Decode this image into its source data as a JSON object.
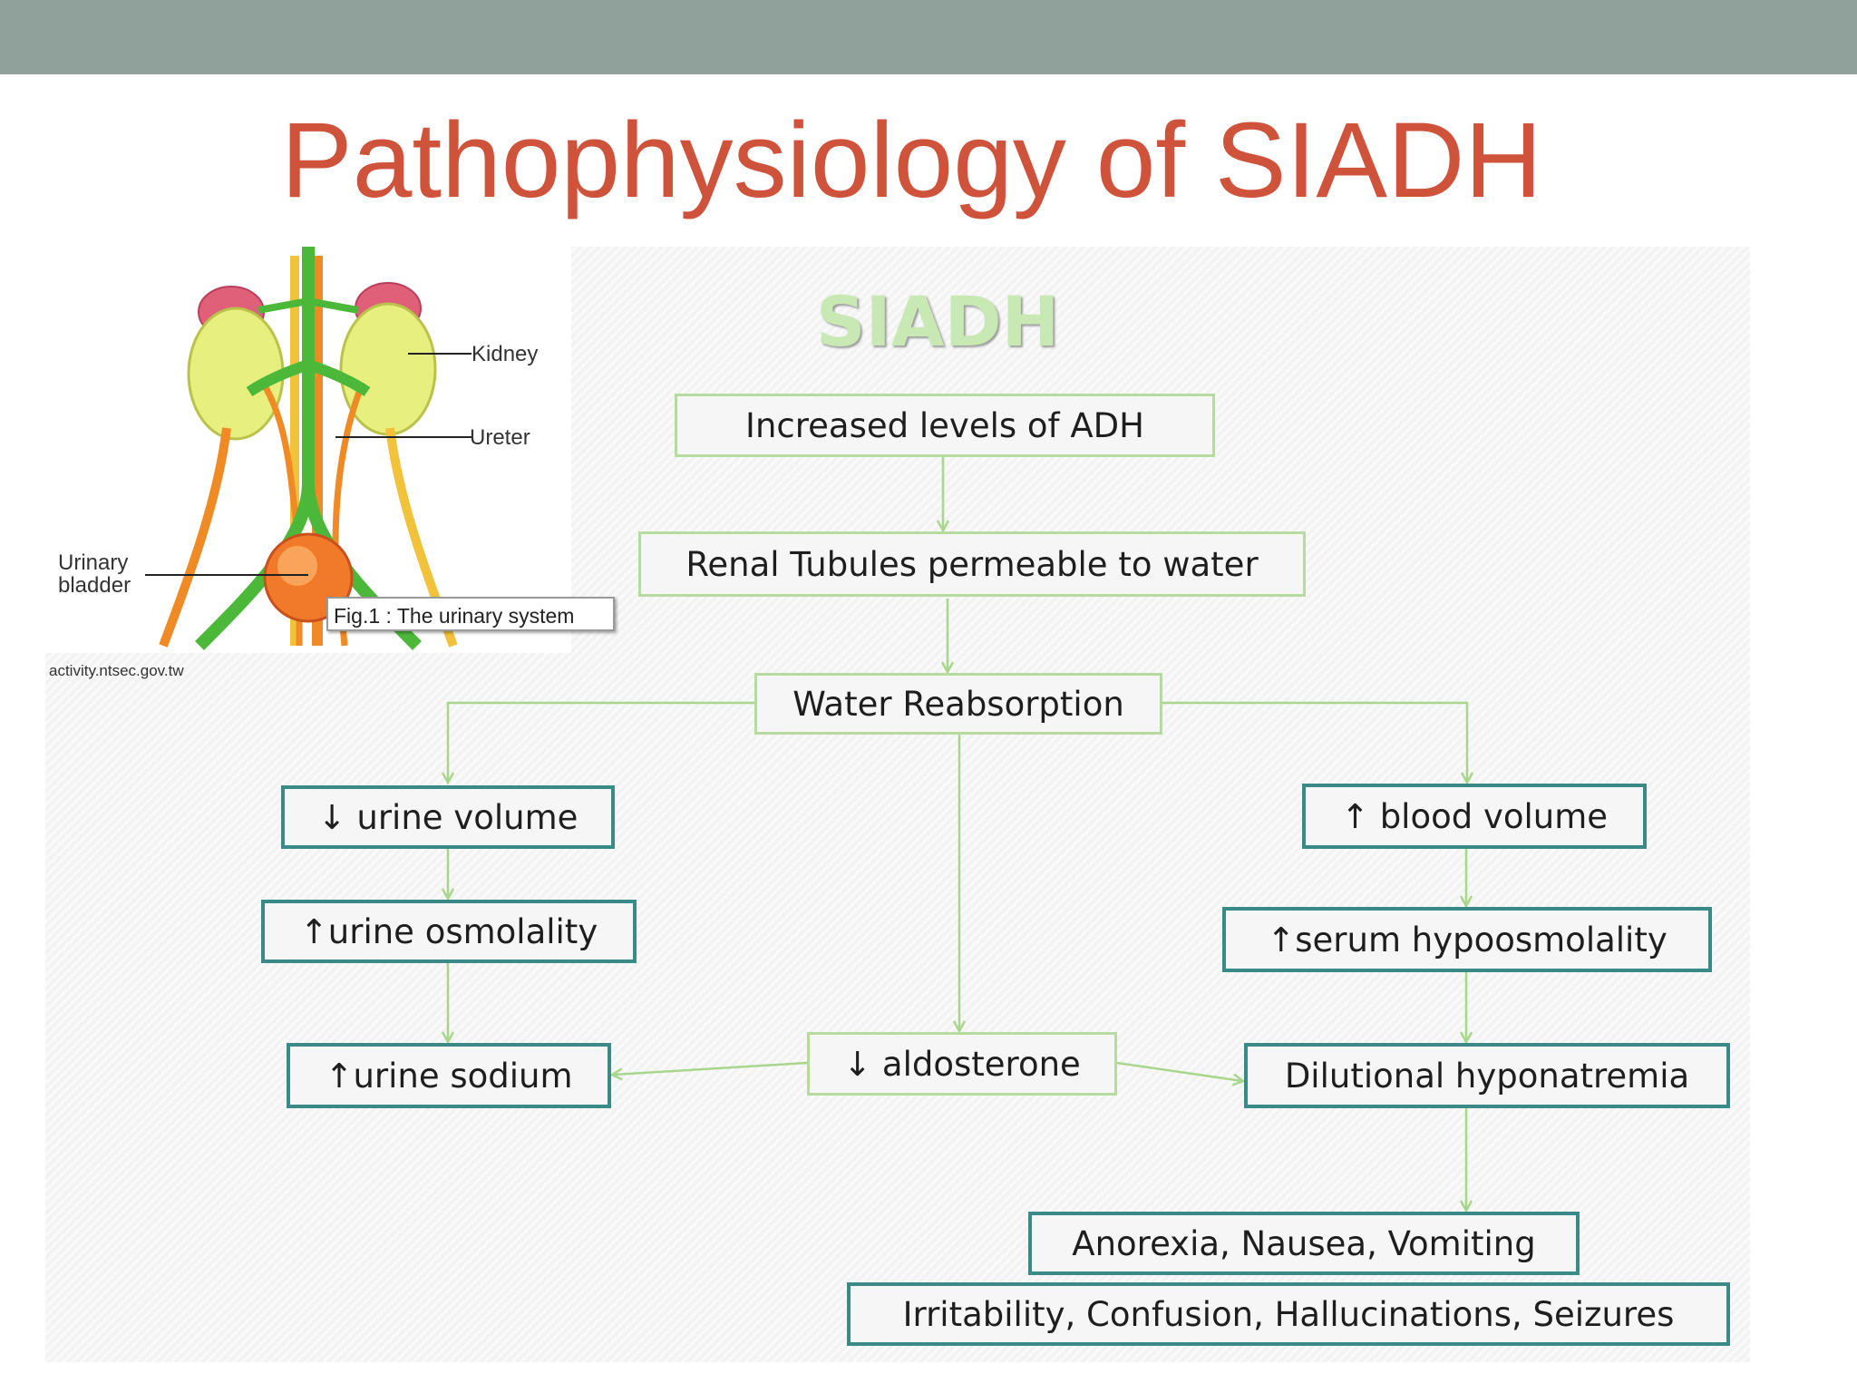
{
  "slide": {
    "title": "Pathophysiology of SIADH"
  },
  "figure": {
    "caption": "Fig.1 : The urinary system",
    "labels": {
      "kidney": "Kidney",
      "ureter": "Ureter",
      "urinary_bladder": "Urinary bladder"
    },
    "source": "activity.ntsec.gov.tw"
  },
  "diagram": {
    "heading": "SIADH",
    "nodes": {
      "increased_adh": "Increased levels of ADH",
      "renal_tubules": "Renal Tubules permeable to water",
      "water_reabsorption": "Water Reabsorption",
      "urine_volume": "↓ urine volume",
      "urine_osmolality": "↑urine osmolality",
      "urine_sodium": "↑urine sodium",
      "aldosterone": "↓ aldosterone",
      "blood_volume": "↑ blood volume",
      "serum_hypoosmolality": "↑serum hypoosmolality",
      "dilutional_hyponatremia": "Dilutional hyponatremia",
      "anorexia": "Anorexia, Nausea, Vomiting",
      "irritability": "Irritability, Confusion, Hallucinations, Seizures"
    },
    "colors": {
      "flow_arrow": "#a8d68c",
      "teal_border": "#3a8a88",
      "light_border": "#b5dc9e",
      "title": "#cf533b",
      "header_bar": "#8fa19a"
    }
  }
}
